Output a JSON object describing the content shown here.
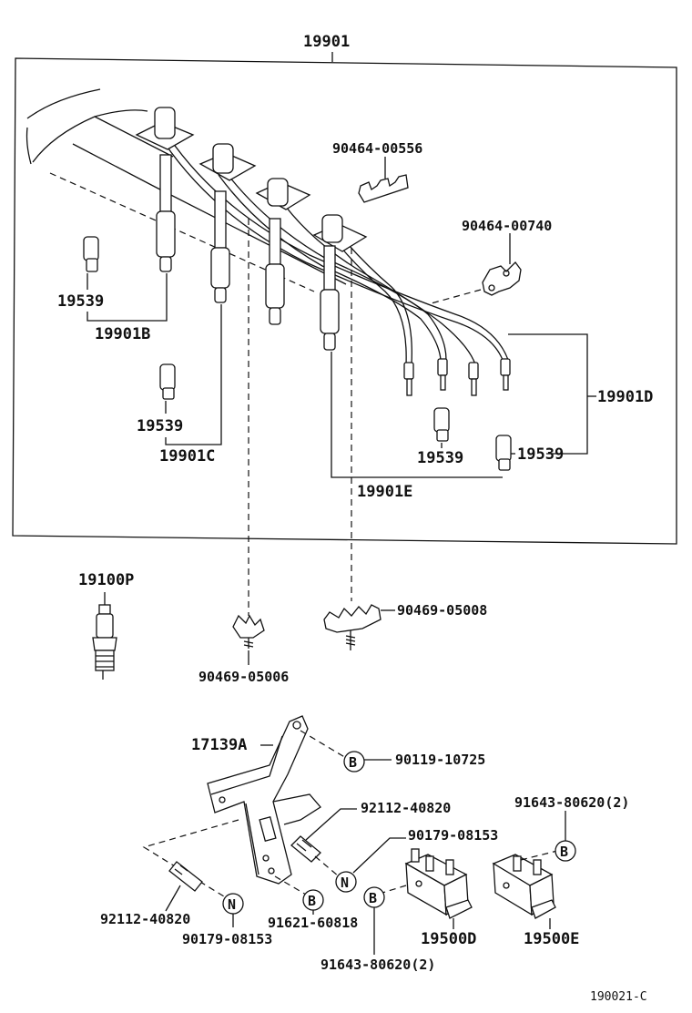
{
  "labels": {
    "main_assembly": "19901",
    "clamp_a": "90464-00556",
    "clamp_b": "90464-00740",
    "cord_b": "19901B",
    "cord_c": "19901C",
    "cord_d": "19901D",
    "cord_e": "19901E",
    "boot_1": "19539",
    "boot_2": "19539",
    "boot_3": "19539",
    "boot_4": "19539",
    "spark_plug": "19100P",
    "clip_single": "90469-05006",
    "clip_multi": "90469-05008",
    "bracket": "17139A",
    "bolt_b": "90119-10725",
    "stud_upper": "92112-40820",
    "nut_upper": "90179-08153",
    "coil_bolt_right": "91643-80620(2)",
    "stud_lower": "92112-40820",
    "nut_lower": "90179-08153",
    "bolt_lower": "91621-60818",
    "coil_bolt_lower": "91643-80620(2)",
    "coil_d": "19500D",
    "coil_e": "19500E",
    "diagram_code": "190021-C"
  },
  "markers": {
    "b1": "B",
    "b2": "B",
    "b3": "B",
    "b4": "B",
    "n1": "N",
    "n2": "N"
  }
}
